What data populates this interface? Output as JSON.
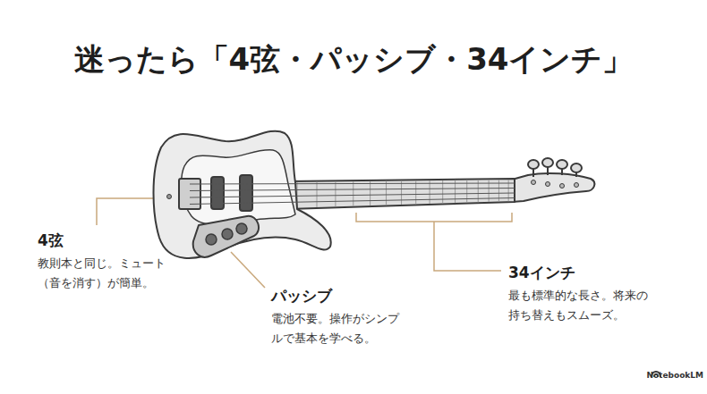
{
  "diagram": {
    "title": "迷ったら「4弦・パッシブ・34インチ」",
    "labels": [
      "4弦",
      "教則本と同じ。ミュート（音を消す）が簡単。",
      "パッシブ",
      "電池不要。操作がシンプルで基本を学べる。",
      "34インチ",
      "最も標準的な長さ。将来の持ち替えもスムーズ。",
      "NotebookLM"
    ]
  }
}
